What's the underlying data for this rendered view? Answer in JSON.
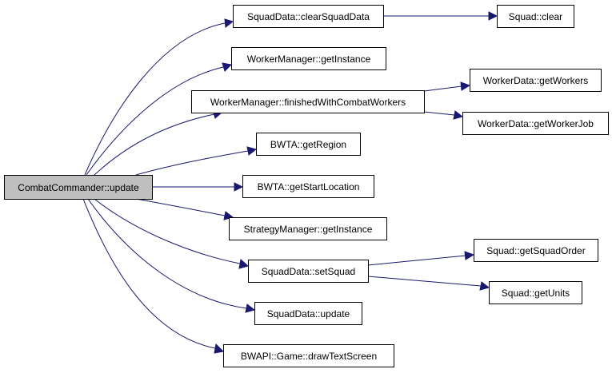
{
  "diagram": {
    "type": "call-graph",
    "root": "CombatCommander::update",
    "colors": {
      "edge": "#191970",
      "root_fill": "#bfbfbf",
      "node_fill": "#ffffff",
      "border": "#000000"
    },
    "nodes": [
      {
        "id": "n0",
        "label": "CombatCommander::update",
        "root": true
      },
      {
        "id": "n1",
        "label": "SquadData::clearSquadData"
      },
      {
        "id": "n2",
        "label": "Squad::clear"
      },
      {
        "id": "n3",
        "label": "WorkerManager::getInstance"
      },
      {
        "id": "n4",
        "label": "WorkerManager::finishedWithCombatWorkers"
      },
      {
        "id": "n5",
        "label": "WorkerData::getWorkers"
      },
      {
        "id": "n6",
        "label": "WorkerData::getWorkerJob"
      },
      {
        "id": "n7",
        "label": "BWTA::getRegion"
      },
      {
        "id": "n8",
        "label": "BWTA::getStartLocation"
      },
      {
        "id": "n9",
        "label": "StrategyManager::getInstance"
      },
      {
        "id": "n10",
        "label": "SquadData::setSquad"
      },
      {
        "id": "n11",
        "label": "Squad::getSquadOrder"
      },
      {
        "id": "n12",
        "label": "Squad::getUnits"
      },
      {
        "id": "n13",
        "label": "SquadData::update"
      },
      {
        "id": "n14",
        "label": "BWAPI::Game::drawTextScreen"
      }
    ],
    "edges": [
      {
        "from": "n0",
        "to": "n1"
      },
      {
        "from": "n1",
        "to": "n2"
      },
      {
        "from": "n0",
        "to": "n3"
      },
      {
        "from": "n0",
        "to": "n4"
      },
      {
        "from": "n4",
        "to": "n5"
      },
      {
        "from": "n4",
        "to": "n6"
      },
      {
        "from": "n0",
        "to": "n7"
      },
      {
        "from": "n0",
        "to": "n8"
      },
      {
        "from": "n0",
        "to": "n9"
      },
      {
        "from": "n0",
        "to": "n10"
      },
      {
        "from": "n10",
        "to": "n11"
      },
      {
        "from": "n10",
        "to": "n12"
      },
      {
        "from": "n0",
        "to": "n13"
      },
      {
        "from": "n0",
        "to": "n14"
      }
    ]
  }
}
